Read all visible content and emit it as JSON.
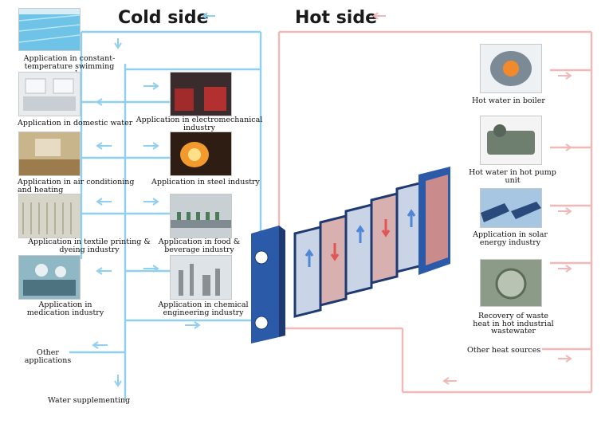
{
  "headings": {
    "cold": "Cold side",
    "hot": "Hot side"
  },
  "colors": {
    "cold_line": "#8fd0f0",
    "hot_line": "#f2b8b8",
    "heading_text": "#1a1a1a",
    "frame_blue": "#2a5aa8",
    "plate_dark": "#1e3a70"
  },
  "cold_side": {
    "swimming_pool": "Application in constant-temperature swimming pool",
    "domestic_water": "Application in domestic water",
    "air_conditioning": "Application in air conditioning and heating",
    "textile": "Application in textile printing & dyeing industry",
    "medication": "Application in medication industry",
    "electromechanical": "Application in electromechanical industry",
    "steel": "Application in steel industry",
    "food_beverage": "Application in food & beverage industry",
    "chemical": "Application in chemical engineering industry",
    "other": "Other applications",
    "supplement": "Water supplementing"
  },
  "hot_side": {
    "boiler": "Hot water in boiler",
    "heat_pump": "Hot water in hot pump unit",
    "solar": "Application in solar energy industry",
    "waste_heat": "Recovery of waste heat in hot industrial wastewater",
    "other_sources": "Other heat sources"
  },
  "icons": {
    "heat_exchanger": "plate-heat-exchanger-icon",
    "flow_arrow": "flow-arrow-icon"
  }
}
